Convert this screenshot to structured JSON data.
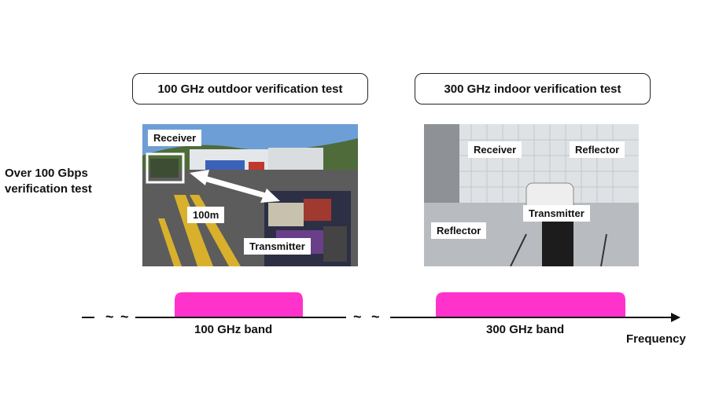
{
  "side_label": "Over 100 Gbps verification test",
  "tests": {
    "outdoor": {
      "title": "100 GHz outdoor verification test",
      "callouts": {
        "receiver": "Receiver",
        "distance": "100m",
        "transmitter": "Transmitter"
      }
    },
    "indoor": {
      "title": "300 GHz indoor verification test",
      "callouts": {
        "receiver": "Receiver",
        "reflector_top": "Reflector",
        "transmitter": "Transmitter",
        "reflector_left": "Reflector"
      }
    }
  },
  "axis": {
    "bands": [
      {
        "label": "100 GHz band",
        "color": "#ff33cc"
      },
      {
        "label": "300 GHz band",
        "color": "#ff33cc"
      }
    ],
    "axis_label": "Frequency",
    "break_symbol": "~"
  }
}
